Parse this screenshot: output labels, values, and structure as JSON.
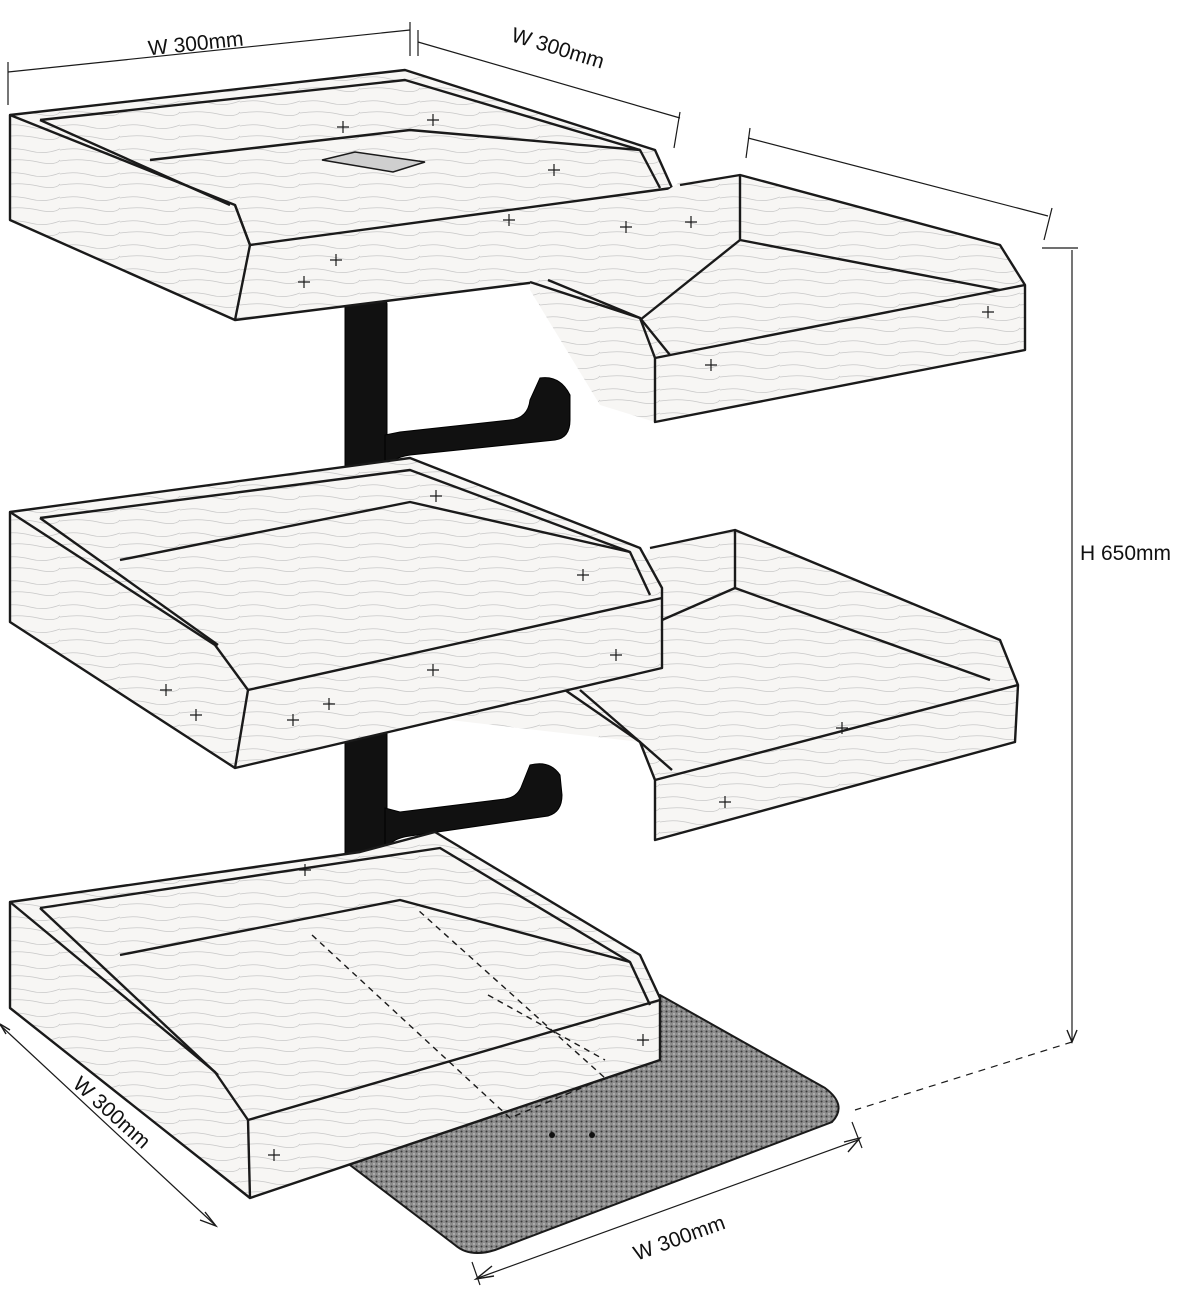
{
  "dimensions": {
    "top_width_left": "W 300mm",
    "top_width_right": "W 300mm",
    "height": "H 650mm",
    "base_depth": "W 300mm",
    "base_width": "W 300mm"
  },
  "colors": {
    "outline": "#1a1a1a",
    "wood": "#f7f6f4",
    "wood_grain": "#c8c8c8",
    "steel_frame": "#111111",
    "base_plate": "#7a7a7a",
    "background": "#ffffff"
  },
  "parts": {
    "trays_count": 5,
    "levels": 3
  }
}
